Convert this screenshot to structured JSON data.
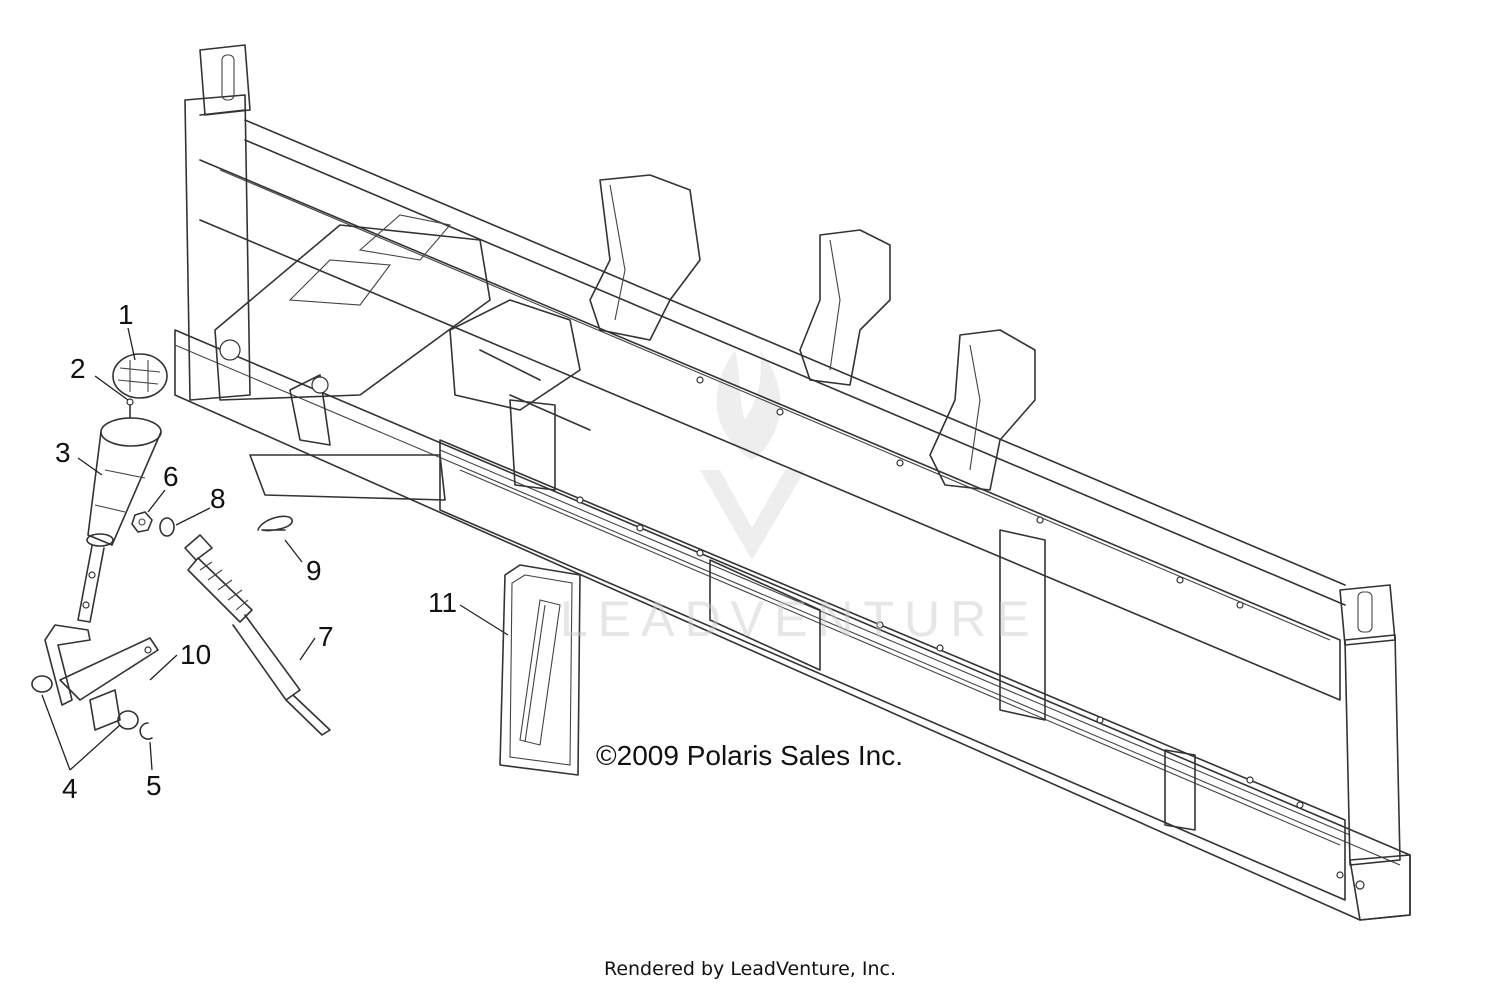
{
  "diagram": {
    "callouts": [
      "1",
      "2",
      "3",
      "4",
      "5",
      "6",
      "7",
      "8",
      "9",
      "10",
      "11"
    ],
    "copyright": "©2009 Polaris Sales Inc.",
    "watermark": "LEADVENTURE",
    "footer": "Rendered by LeadVenture, Inc.",
    "colors": {
      "line": "#333333",
      "background": "#ffffff",
      "watermark": "#c8c8c8"
    }
  }
}
